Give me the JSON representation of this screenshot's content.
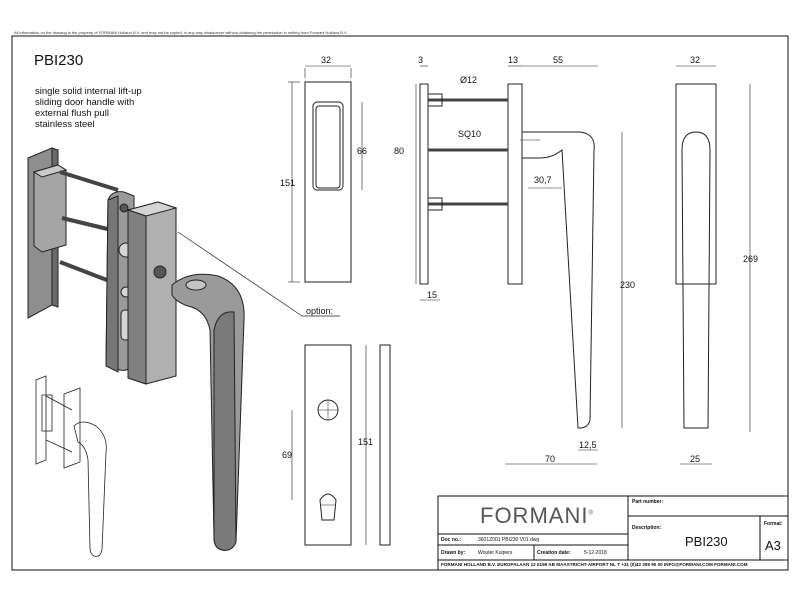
{
  "sheet": {
    "disclaimer": "All information on the drawing is the property of FORMANI Holland B.V. and may not be copied, in any way whatsoever without obtaining the permission in writing from Formani Holland B.V.",
    "product_code": "PBI230",
    "description": [
      "single solid internal lift-up",
      "sliding door handle with",
      "external flush pull",
      "stainless steel"
    ],
    "option_label": "option:"
  },
  "dimensions": {
    "flush_width": "32",
    "flush_height": "151",
    "flush_recess": "66",
    "side_3": "3",
    "side_13": "13",
    "side_55": "55",
    "side_dia": "Ø12",
    "side_sq": "SQ10",
    "side_80": "80",
    "side_15": "15",
    "side_307": "30,7",
    "side_230": "230",
    "side_125": "12,5",
    "side_70": "70",
    "front_32": "32",
    "front_269": "269",
    "front_25": "25",
    "option_69": "69",
    "option_151": "151"
  },
  "title_block": {
    "brand": "FORMANI",
    "part_number_label": "Part number:",
    "description_label": "Description:",
    "description_value": "PBI230",
    "format_label": "Format:",
    "format_value": "A3",
    "doc_no_label": "Doc no.:",
    "doc_no_value": "3601Z001 PBI230 V01.dwg",
    "drawn_by_label": "Drawn by:",
    "drawn_by_value": "Wouter Kuipers",
    "creation_date_label": "Creation date:",
    "creation_date_value": "5-12-2018",
    "footer": "FORMANI HOLLAND B.V.  EUROPALAAN 12  6199 AB MAASTRICHT-AIRPORT NL  T +31 (0)43 308 90 00 INFO@FORMANI.COM FORMANI.COM"
  },
  "colors": {
    "line": "#111111",
    "iso_fill": "#9a9a9a",
    "iso_dark": "#6e6e6e",
    "iso_light": "#c8c8c8"
  }
}
